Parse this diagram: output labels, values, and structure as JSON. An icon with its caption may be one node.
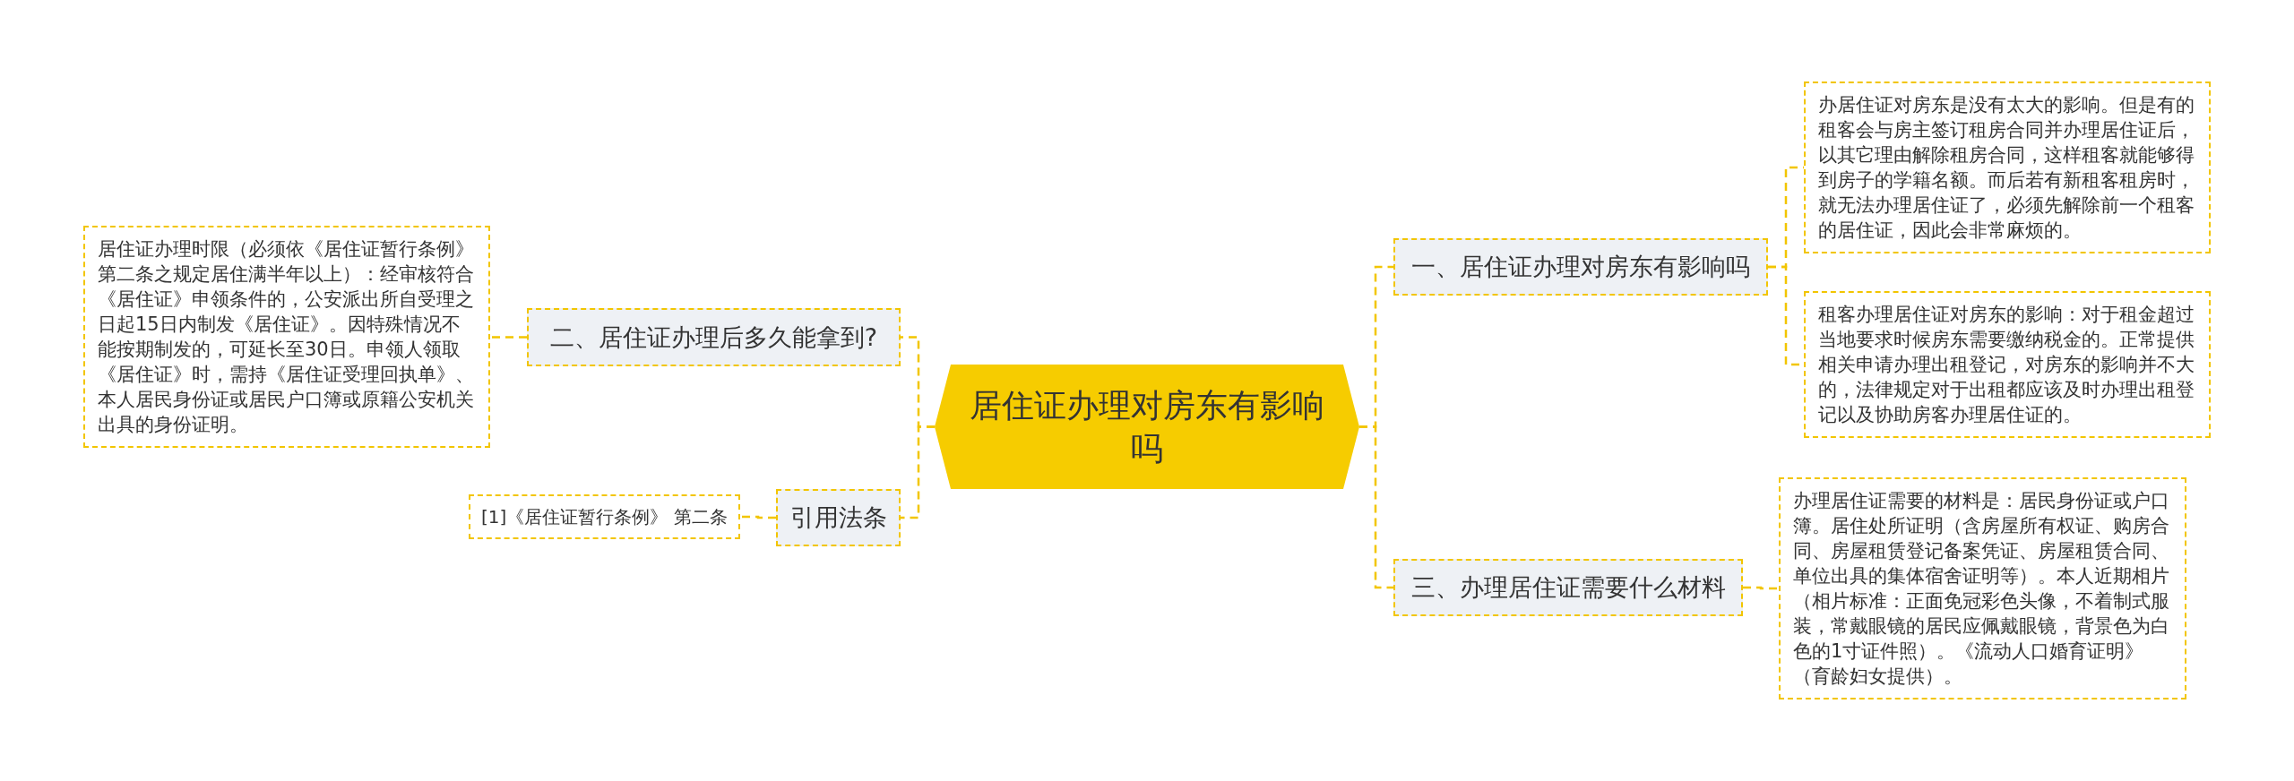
{
  "diagram": {
    "nodes": [
      {
        "text": [
          "居住证办理对房东有影响吗"
        ]
      },
      {
        "text": [
          "一、居住证办理对房东有影响吗"
        ]
      },
      {
        "text": [
          "办居住证对房东是没有太大的影响。但是有的租客会与房主签订租房合同并办理居住证后，以其它理由解除租房合同，这样租客就能够得到房子的学籍名额。而后若有新租客租房时，就无法办理居住证了，必须先解除前一个租客的居住证，因此会非常麻烦的。"
        ]
      },
      {
        "text": [
          "租客办理居住证对房东的影响：对于租金超过当地要求时候房东需要缴纳税金的。正常提供相关申请办理出租登记，对房东的影响并不大的，法律规定对于出租都应该及时办理出租登记以及协助房客办理居住证的。"
        ]
      },
      {
        "text": [
          "二、居住证办理后多久能拿到?"
        ]
      },
      {
        "text": [
          "居住证办理时限（必须依《居住证暂行条例》第二条之规定居住满半年以上）：经审核符合《居住证》申领条件的，公安派出所自受理之日起15日内制发《居住证》。因特殊情况不能按期制发的，可延长至30日。申领人领取《居住证》时，需持《居住证受理回执单》、本人居民身份证或居民户口簿或原籍公安机关出具的身份证明。"
        ]
      },
      {
        "text": [
          "三、办理居住证需要什么材料"
        ]
      },
      {
        "text": [
          "办理居住证需要的材料是：居民身份证或户口簿。居住处所证明（含房屋所有权证、购房合同、房屋租赁登记备案凭证、房屋租赁合同、单位出具的集体宿舍证明等）。本人近期相片（相片标准：正面免冠彩色头像，不着制式服装，常戴眼镜的居民应佩戴眼镜，背景色为白色的1寸证件照）。《流动人口婚育证明》（育龄妇女提供）。"
        ]
      },
      {
        "text": [
          "引用法条"
        ]
      },
      {
        "text": [
          "[1]《居住证暂行条例》 第二条"
        ]
      }
    ],
    "edges": [
      {
        "from": 0,
        "to": 1,
        "arrow": "none",
        "style": "dashed"
      },
      {
        "from": 1,
        "to": 2,
        "arrow": "none",
        "style": "dashed"
      },
      {
        "from": 1,
        "to": 3,
        "arrow": "none",
        "style": "dashed"
      },
      {
        "from": 0,
        "to": 4,
        "arrow": "none",
        "style": "dashed"
      },
      {
        "from": 4,
        "to": 5,
        "arrow": "none",
        "style": "dashed"
      },
      {
        "from": 0,
        "to": 6,
        "arrow": "none",
        "style": "dashed"
      },
      {
        "from": 6,
        "to": 7,
        "arrow": "none",
        "style": "dashed"
      },
      {
        "from": 0,
        "to": 8,
        "arrow": "none",
        "style": "dashed"
      },
      {
        "from": 8,
        "to": 9,
        "arrow": "none",
        "style": "dashed"
      }
    ]
  }
}
